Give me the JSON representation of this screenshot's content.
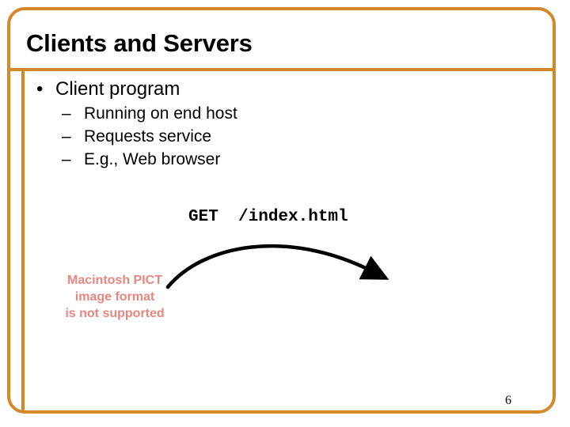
{
  "slide": {
    "title": "Clients and Servers",
    "page_number": "6",
    "accent_color": "#d4882a",
    "text_color": "#000000",
    "background_color": "#ffffff"
  },
  "bullets": [
    {
      "level": 1,
      "marker": "•",
      "text": "Client program"
    },
    {
      "level": 2,
      "marker": "–",
      "text": "Running on end host"
    },
    {
      "level": 2,
      "marker": "–",
      "text": "Requests service"
    },
    {
      "level": 2,
      "marker": "–",
      "text": "E.g., Web browser"
    }
  ],
  "diagram": {
    "request_label": "GET  /index.html",
    "arrow_name": "curved-request-arrow",
    "arrow_color": "#000000"
  },
  "broken_image": {
    "color": "#e8877f",
    "line1": "Macintosh PICT",
    "line2": "image format",
    "line3": "is not supported"
  }
}
